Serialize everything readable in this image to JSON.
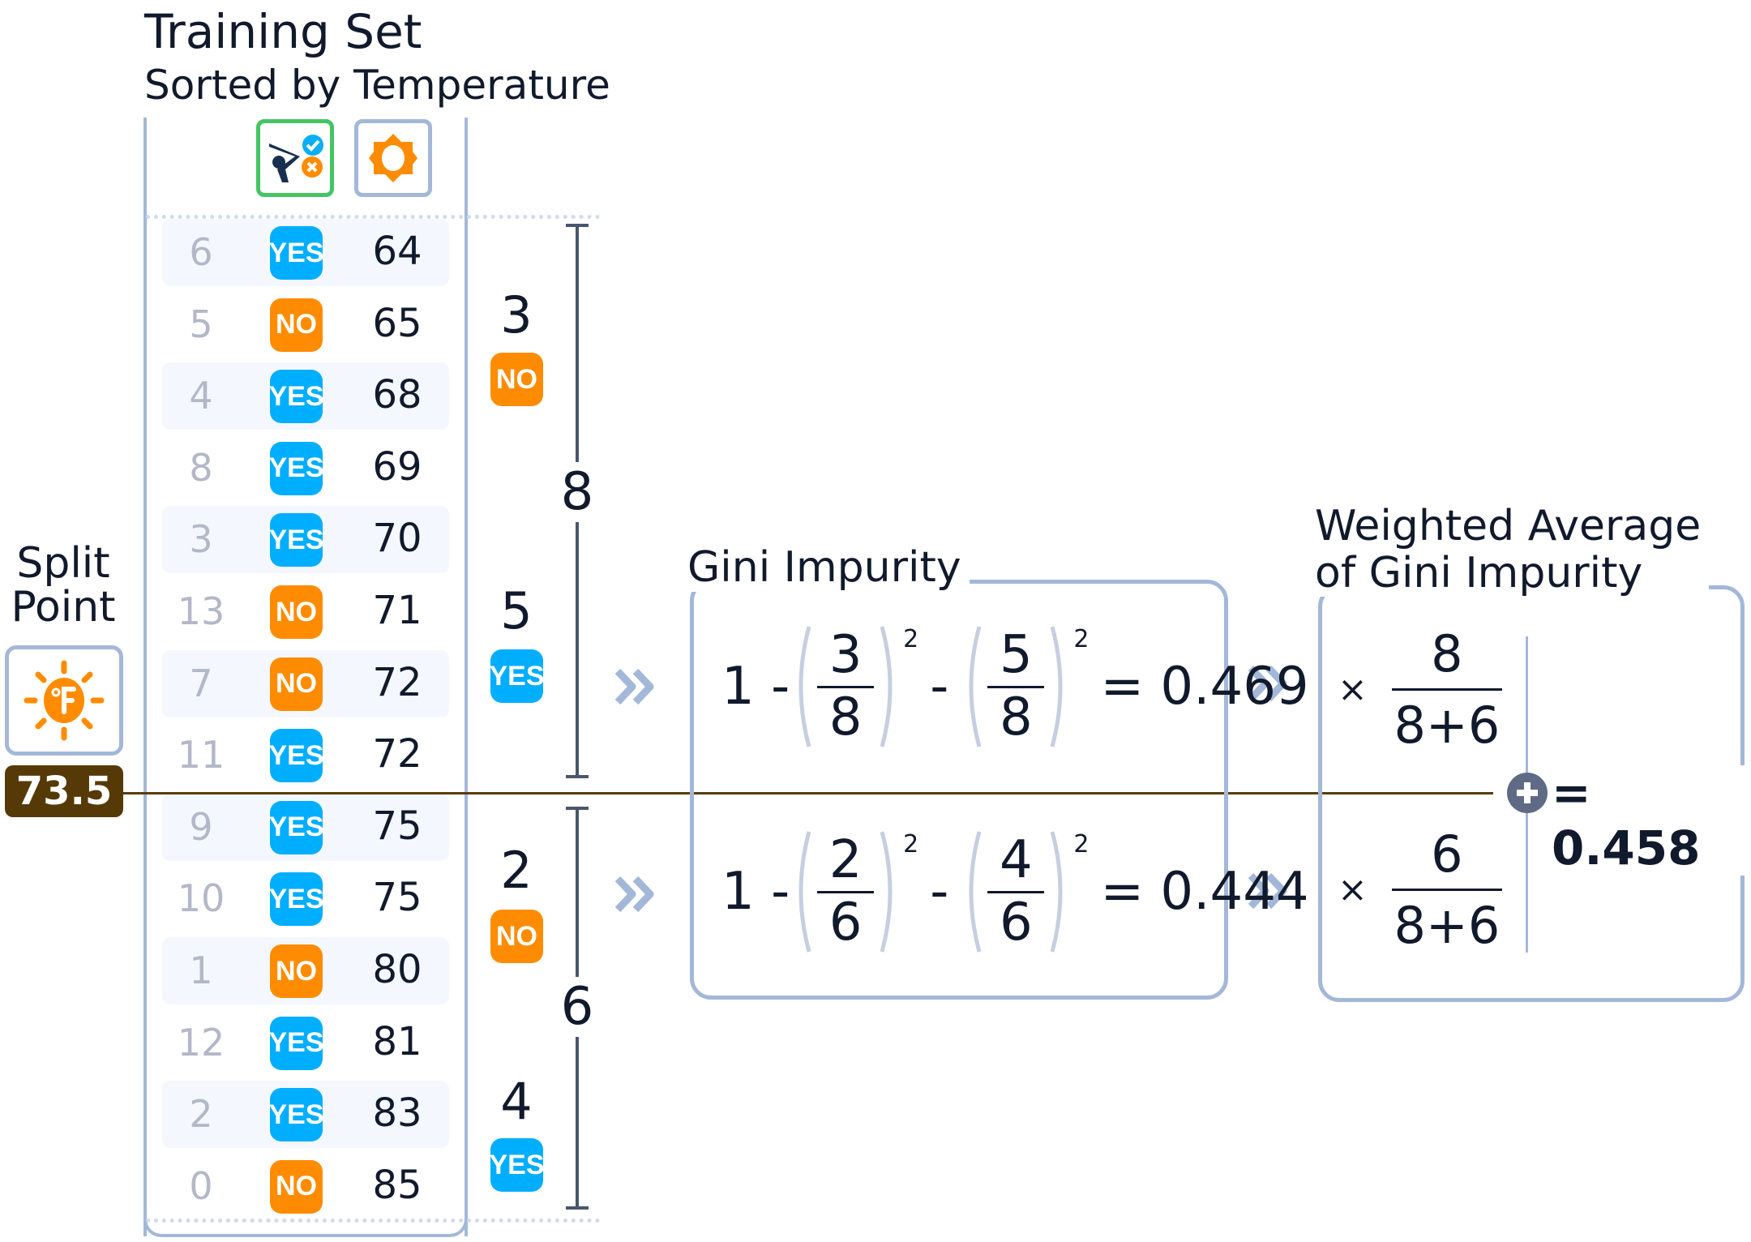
{
  "title": "Training Set",
  "subtitle": "Sorted by Temperature",
  "columns": {
    "label_icon": "golf-yes-no-icon",
    "feature_icon": "sun-icon"
  },
  "rows": [
    {
      "id": "6",
      "play": "YES",
      "temp": "64"
    },
    {
      "id": "5",
      "play": "NO",
      "temp": "65"
    },
    {
      "id": "4",
      "play": "YES",
      "temp": "68"
    },
    {
      "id": "8",
      "play": "YES",
      "temp": "69"
    },
    {
      "id": "3",
      "play": "YES",
      "temp": "70"
    },
    {
      "id": "13",
      "play": "NO",
      "temp": "71"
    },
    {
      "id": "7",
      "play": "NO",
      "temp": "72"
    },
    {
      "id": "11",
      "play": "YES",
      "temp": "72"
    },
    {
      "id": "9",
      "play": "YES",
      "temp": "75"
    },
    {
      "id": "10",
      "play": "YES",
      "temp": "75"
    },
    {
      "id": "1",
      "play": "NO",
      "temp": "80"
    },
    {
      "id": "12",
      "play": "YES",
      "temp": "81"
    },
    {
      "id": "2",
      "play": "YES",
      "temp": "83"
    },
    {
      "id": "0",
      "play": "NO",
      "temp": "85"
    }
  ],
  "split": {
    "label_line1": "Split",
    "label_line2": "Point",
    "value": "73.5",
    "icon": "temperature-fahrenheit-icon"
  },
  "groups": {
    "left": {
      "total": "8",
      "no_count": "3",
      "no_label": "NO",
      "yes_count": "5",
      "yes_label": "YES"
    },
    "right": {
      "total": "6",
      "no_count": "2",
      "no_label": "NO",
      "yes_count": "4",
      "yes_label": "YES"
    }
  },
  "gini": {
    "title": "Gini Impurity",
    "left": {
      "one": "1 -",
      "minus": "-",
      "a_num": "3",
      "a_den": "8",
      "b_num": "5",
      "b_den": "8",
      "exp": "2",
      "result": "= 0.469"
    },
    "right": {
      "one": "1 -",
      "minus": "-",
      "a_num": "2",
      "a_den": "6",
      "b_num": "4",
      "b_den": "6",
      "exp": "2",
      "result": "= 0.444"
    }
  },
  "weighted": {
    "title_line1": "Weighted Average",
    "title_line2": "of Gini Impurity",
    "times": "×",
    "left": {
      "num": "8",
      "den": "8+6"
    },
    "right": {
      "num": "6",
      "den": "8+6"
    },
    "result": "= 0.458"
  },
  "colors": {
    "yes": "#00aeff",
    "no": "#ff8c00",
    "border": "#a3b8d8",
    "split_line": "#5a3c0a",
    "label_box": "#44c463"
  }
}
